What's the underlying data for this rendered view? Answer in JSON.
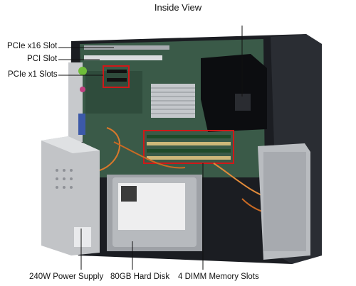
{
  "title": "Inside View",
  "callouts": {
    "pcie_x16": "PCIe x16 Slot",
    "pci": "PCI Slot",
    "pcie_x1": "PCIe x1 Slots",
    "power_supply": "240W Power Supply",
    "hard_disk": "80GB Hard Disk",
    "memory": "4 DIMM Memory Slots"
  },
  "colors": {
    "highlight": "#d01818",
    "chassis": "#1b1d22",
    "board": "#3a5a48",
    "metal": "#b9bcc0"
  }
}
